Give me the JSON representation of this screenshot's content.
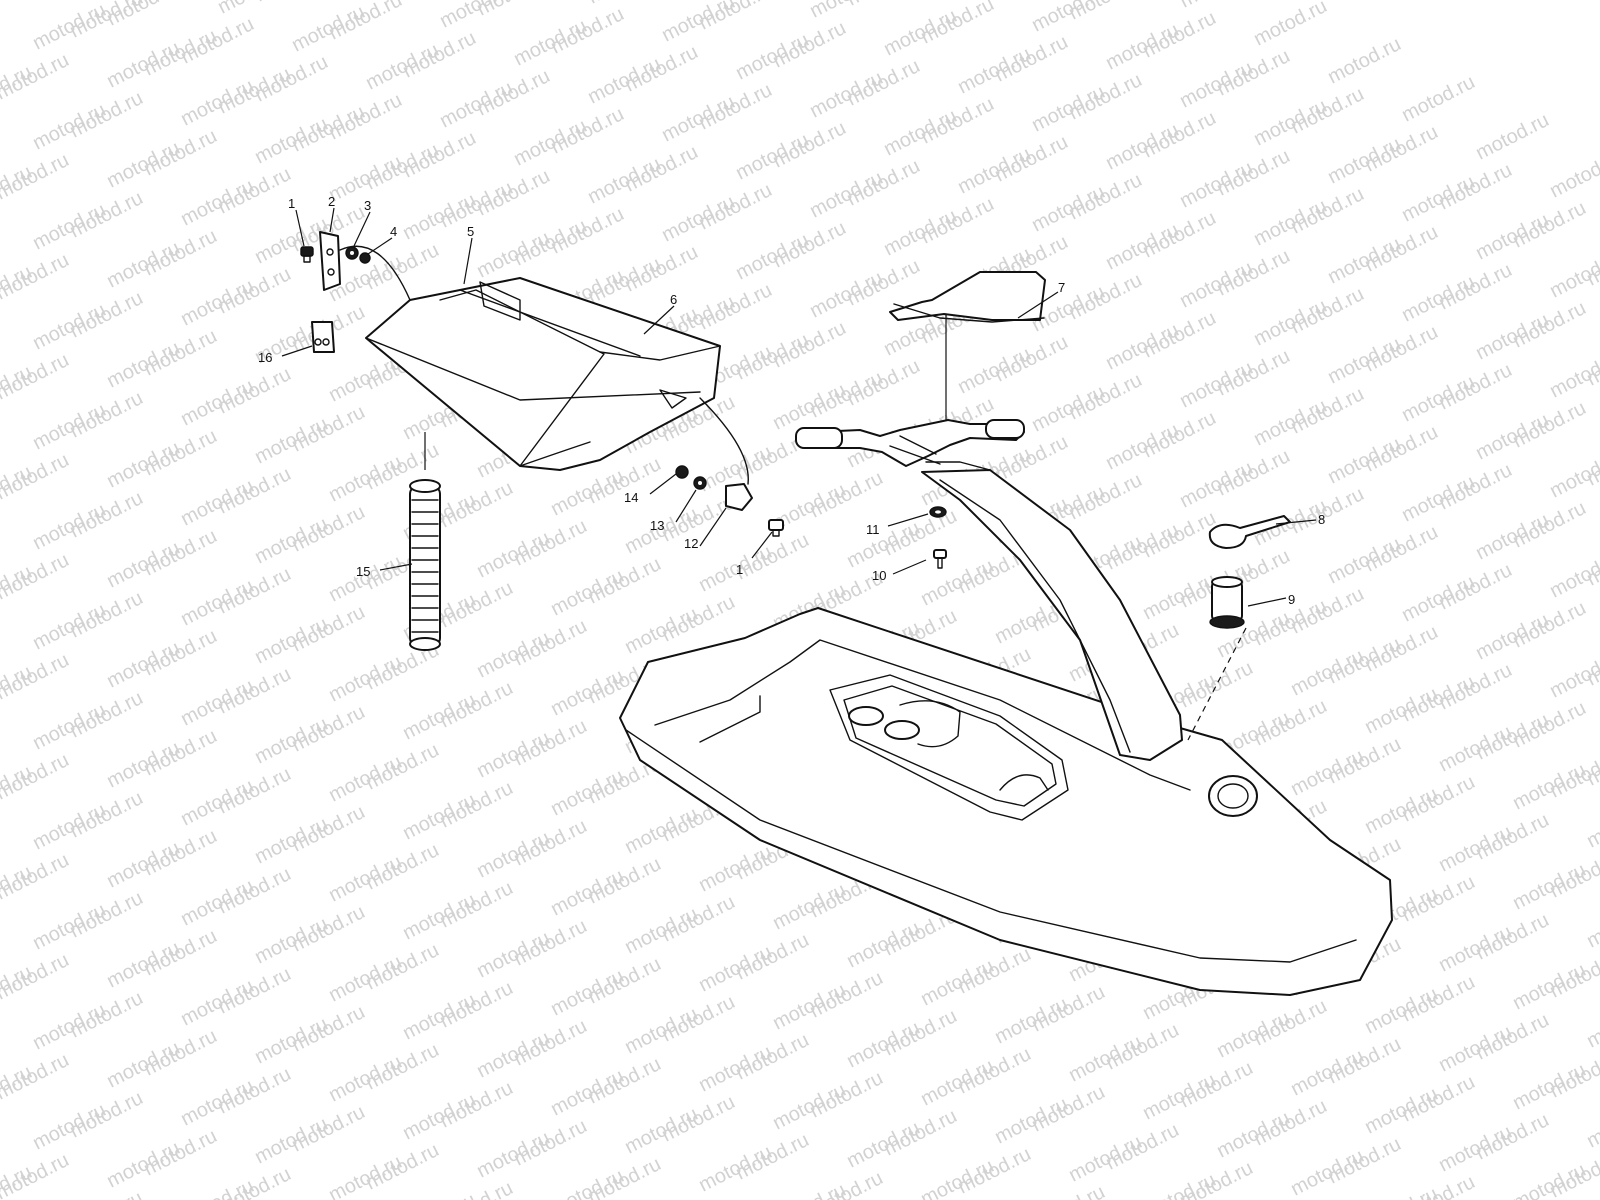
{
  "watermark": {
    "text": "motod.ru",
    "color": "#d2d2d2"
  },
  "callouts": [
    {
      "id": "c1a",
      "text": "1"
    },
    {
      "id": "c2",
      "text": "2"
    },
    {
      "id": "c3",
      "text": "3"
    },
    {
      "id": "c4",
      "text": "4"
    },
    {
      "id": "c5",
      "text": "5"
    },
    {
      "id": "c6",
      "text": "6"
    },
    {
      "id": "c7",
      "text": "7"
    },
    {
      "id": "c8",
      "text": "8"
    },
    {
      "id": "c9",
      "text": "9"
    },
    {
      "id": "c10",
      "text": "10"
    },
    {
      "id": "c11",
      "text": "11"
    },
    {
      "id": "c12",
      "text": "12"
    },
    {
      "id": "c13",
      "text": "13"
    },
    {
      "id": "c14",
      "text": "14"
    },
    {
      "id": "c15",
      "text": "15"
    },
    {
      "id": "c16",
      "text": "16"
    },
    {
      "id": "c1b",
      "text": "1"
    }
  ]
}
